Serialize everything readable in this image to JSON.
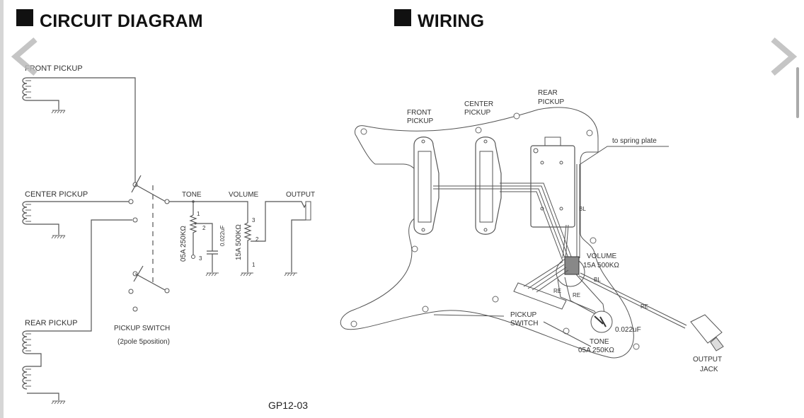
{
  "circuit": {
    "title": "CIRCUIT DIAGRAM",
    "labels": {
      "front_pickup": "FRONT PICKUP",
      "center_pickup": "CENTER PICKUP",
      "rear_pickup": "REAR PICKUP",
      "tone": "TONE",
      "volume": "VOLUME",
      "output": "OUTPUT",
      "tone_pot": "05A 250KΩ",
      "volume_pot": "15A 500KΩ",
      "capacitor": "0.022uF",
      "pickup_switch": "PICKUP SWITCH",
      "pickup_switch_spec": "(2pole 5position)",
      "pin1": "1",
      "pin2": "2",
      "pin3": "3"
    },
    "code": "GP12-03"
  },
  "wiring": {
    "title": "WIRING",
    "labels": {
      "front_pickup_1": "FRONT",
      "front_pickup_2": "PICKUP",
      "center_pickup_1": "CENTER",
      "center_pickup_2": "PICKUP",
      "rear_pickup_1": "REAR",
      "rear_pickup_2": "PICKUP",
      "spring_plate": "to spring plate",
      "bl": "BL",
      "re": "RE",
      "volume_1": "VOLUME",
      "volume_2": "15A 500KΩ",
      "pickup_switch_1": "PICKUP",
      "pickup_switch_2": "SWITCH",
      "capacitor": "0.022uF",
      "tone_1": "TONE",
      "tone_2": "05A 250KΩ",
      "output_jack_1": "OUTPUT",
      "output_jack_2": "JACK"
    }
  },
  "navigation": {
    "prev_icon": "chevron-left-icon",
    "next_icon": "chevron-right-icon"
  }
}
